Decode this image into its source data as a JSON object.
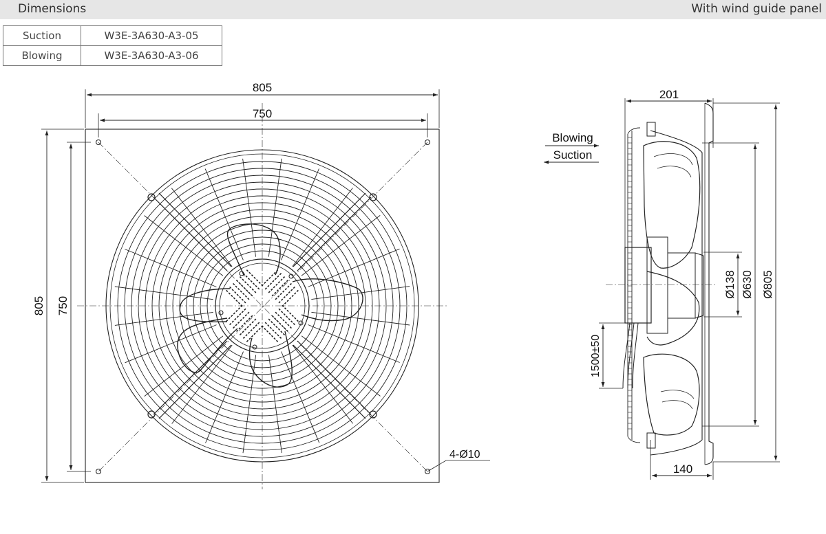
{
  "header": {
    "left_label": "Dimensions",
    "right_label": "With wind guide panel"
  },
  "models": [
    {
      "mode": "Suction",
      "model": "W3E-3A630-A3-05"
    },
    {
      "mode": "Blowing",
      "model": "W3E-3A630-A3-06"
    }
  ],
  "front_view": {
    "dim_panel_width": "805",
    "dim_hole_spacing_width": "750",
    "dim_panel_height": "805",
    "dim_hole_spacing_height": "750",
    "mounting_holes": "4-Ø10"
  },
  "side_view": {
    "dim_depth": "201",
    "dim_base_depth": "140",
    "dim_hub": "Ø138",
    "dim_blade": "Ø630",
    "dim_panel": "Ø805",
    "dim_cable": "1500±50",
    "airflow_blowing": "Blowing",
    "airflow_suction": "Suction"
  },
  "colors": {
    "line": "#222222",
    "header_bg": "#e6e6e6"
  }
}
